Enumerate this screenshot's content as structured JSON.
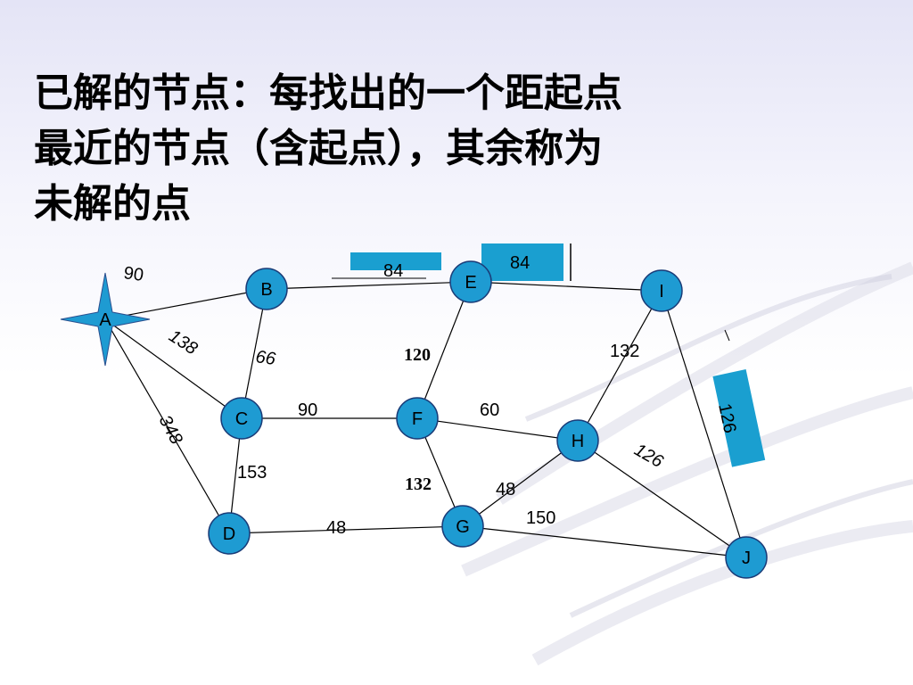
{
  "title_lines": [
    "已解的节点：每找出的一个距起点",
    "最近的节点（含起点），其余称为",
    "未解的点"
  ],
  "colors": {
    "node_fill": "#1e9bd2",
    "box_fill": "#1a9fd0",
    "edge": "#000000"
  },
  "nodes": [
    {
      "id": "A",
      "label": "A",
      "shape": "star"
    },
    {
      "id": "B",
      "label": "B"
    },
    {
      "id": "C",
      "label": "C"
    },
    {
      "id": "D",
      "label": "D"
    },
    {
      "id": "E",
      "label": "E"
    },
    {
      "id": "F",
      "label": "F"
    },
    {
      "id": "G",
      "label": "G"
    },
    {
      "id": "H",
      "label": "H"
    },
    {
      "id": "I",
      "label": "I"
    },
    {
      "id": "J",
      "label": "J"
    }
  ],
  "edges": [
    {
      "from": "A",
      "to": "B",
      "weight": "90"
    },
    {
      "from": "A",
      "to": "C",
      "weight": "138"
    },
    {
      "from": "A",
      "to": "D",
      "weight": "348"
    },
    {
      "from": "B",
      "to": "C",
      "weight": "66"
    },
    {
      "from": "B",
      "to": "E",
      "weight": "84"
    },
    {
      "from": "C",
      "to": "F",
      "weight": "90"
    },
    {
      "from": "C",
      "to": "D",
      "weight": "153"
    },
    {
      "from": "D",
      "to": "G",
      "weight": "48"
    },
    {
      "from": "E",
      "to": "F",
      "weight": "120"
    },
    {
      "from": "E",
      "to": "I",
      "weight": "84"
    },
    {
      "from": "F",
      "to": "H",
      "weight": "60"
    },
    {
      "from": "F",
      "to": "G",
      "weight": "132"
    },
    {
      "from": "G",
      "to": "H",
      "weight": "48"
    },
    {
      "from": "G",
      "to": "J",
      "weight": "150"
    },
    {
      "from": "H",
      "to": "I",
      "weight": "132"
    },
    {
      "from": "H",
      "to": "J",
      "weight": "126"
    },
    {
      "from": "I",
      "to": "J",
      "weight": "126"
    }
  ]
}
